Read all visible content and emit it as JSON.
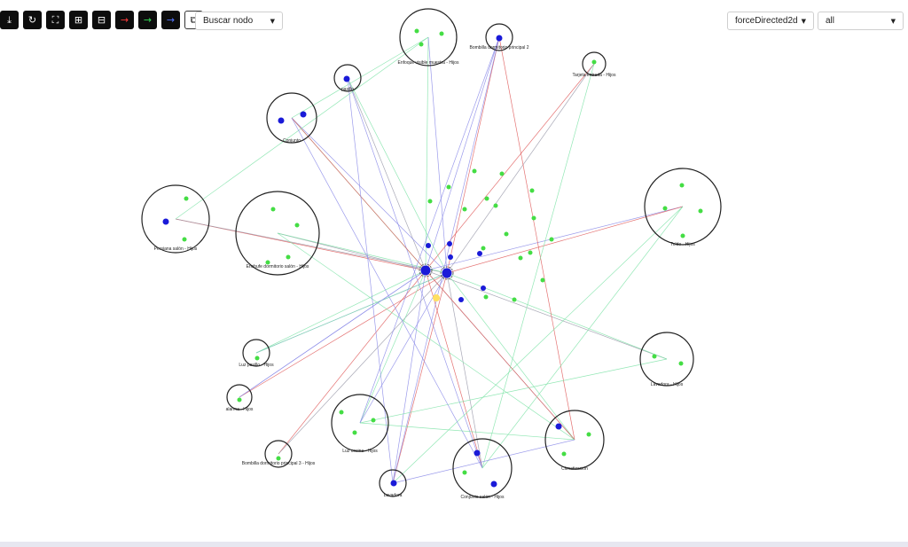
{
  "toolbar": {
    "buttons": [
      {
        "name": "download-button",
        "glyph": "⤓",
        "color": "#ffffff"
      },
      {
        "name": "refresh-button",
        "glyph": "↻",
        "color": "#ffffff"
      },
      {
        "name": "fit-view-button",
        "glyph": "⛶",
        "color": "#ffffff"
      },
      {
        "name": "zoom-in-button",
        "glyph": "⊞",
        "color": "#ffffff"
      },
      {
        "name": "zoom-out-button",
        "glyph": "⊟",
        "color": "#ffffff"
      },
      {
        "name": "red-arrow-button",
        "glyph": "→",
        "color": "#ff3b3b"
      },
      {
        "name": "green-arrow-button",
        "glyph": "→",
        "color": "#33dd55"
      },
      {
        "name": "blue-arrow-button",
        "glyph": "→",
        "color": "#5577ff"
      },
      {
        "name": "layout-toggle-button",
        "glyph": "⧉",
        "color": "#111111"
      }
    ],
    "search": {
      "value": "Buscar nodo"
    }
  },
  "layout_select": {
    "value": "forceDirected2d"
  },
  "filter_select": {
    "value": "all"
  },
  "colors": {
    "node_primary": "#1a1ad8",
    "node_secondary": "#44dd44",
    "node_highlight": "#ffe060",
    "edge_green": "#7fe3a8",
    "edge_blue": "#8a8ae8",
    "edge_red": "#e05a5a",
    "edge_gray": "#9a9aaa",
    "group_stroke": "#222222"
  },
  "groups": [
    {
      "label": "Enfoque visible muestra - Hijos"
    },
    {
      "label": "Bombilla dormitorio principal 2"
    },
    {
      "label": "Tarjeta entrada - Hijos"
    },
    {
      "label": "pasillo"
    },
    {
      "label": "Conjunto"
    },
    {
      "label": "Toldo - Hijos"
    },
    {
      "label": "Persiana salón - Hijos"
    },
    {
      "label": "Enchufe dormitorio salón - Hijos"
    },
    {
      "label": "Luz pasillo - Hijos"
    },
    {
      "label": "alarma - Hijos"
    },
    {
      "label": "Bombilla dormitorio principal 3 - Hijos"
    },
    {
      "label": "Lavadora - Hijos"
    },
    {
      "label": "Luz cocina - Hijos"
    },
    {
      "label": "Lavadora"
    },
    {
      "label": "Conjunto salón - Hijos"
    },
    {
      "label": "Climatización"
    }
  ]
}
